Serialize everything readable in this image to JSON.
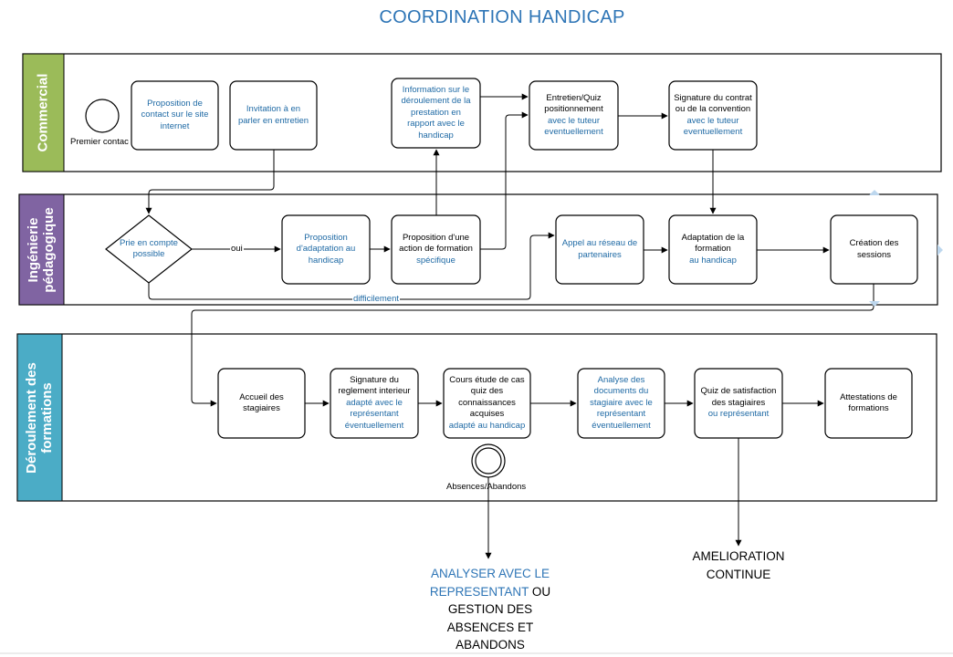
{
  "title": "COORDINATION HANDICAP",
  "colors": {
    "title": "#2e75b6",
    "blue_text": "#1f6aa5",
    "lane_commercial": "#9bbb59",
    "lane_ingenierie": "#8064a2",
    "lane_formations": "#4bacc6",
    "connector_marker": "#bdd7ee"
  },
  "lanes": {
    "commercial": {
      "label": "Commercial"
    },
    "ingenierie": {
      "label": "Ingénierie\npédagogique"
    },
    "formations": {
      "label": "Déroulement des\nformations"
    }
  },
  "events": {
    "start": {
      "label": "Premier contac"
    },
    "abandon": {
      "label": "Absences/Abandons"
    }
  },
  "nodes": {
    "proposition_contact": {
      "text": "Proposition de contact sur le site internet"
    },
    "invitation": {
      "text": "Invitation à en parler en entretien"
    },
    "information": {
      "text": "Information sur le déroulement de la prestation en rapport avec le handicap"
    },
    "entretien": {
      "parts": [
        {
          "t": "Entretien/Quiz positionnement ",
          "c": "black"
        },
        {
          "t": "avec le tuteur eventuellement",
          "c": "blue"
        }
      ]
    },
    "signature_contrat": {
      "parts": [
        {
          "t": "Signature du contrat ou de la convention ",
          "c": "black"
        },
        {
          "t": "avec le tuteur eventuellement",
          "c": "blue"
        }
      ]
    },
    "prise_en_compte": {
      "text": "Prie en compte possible"
    },
    "proposition_adaptation": {
      "text": "Proposition d'adaptation au handicap"
    },
    "proposition_action": {
      "parts": [
        {
          "t": "Proposition d'une action de formation ",
          "c": "black"
        },
        {
          "t": "spécifique",
          "c": "blue"
        }
      ]
    },
    "appel_reseau": {
      "text": "Appel au réseau de partenaires"
    },
    "adaptation_formation": {
      "parts": [
        {
          "t": "Adaptation de la formation ",
          "c": "black"
        },
        {
          "t": "au handicap",
          "c": "blue"
        }
      ]
    },
    "creation_sessions": {
      "text": "Création des sessions"
    },
    "accueil": {
      "text": "Accueil des stagiaires"
    },
    "signature_reglement": {
      "parts": [
        {
          "t": "Signature du reglement interieur ",
          "c": "black"
        },
        {
          "t": "adapté avec le représentant éventuellement",
          "c": "blue"
        }
      ]
    },
    "cours": {
      "parts": [
        {
          "t": "Cours étude de cas quiz des connaissances acquises ",
          "c": "black"
        },
        {
          "t": "adapté au handicap",
          "c": "blue"
        }
      ]
    },
    "analyse": {
      "text": "Analyse  des documents du stagiaire avec le représentant éventuellement"
    },
    "quiz_satisfaction": {
      "parts": [
        {
          "t": "Quiz de satisfaction des stagiaires ",
          "c": "black"
        },
        {
          "t": "ou représentant",
          "c": "blue"
        }
      ]
    },
    "attestations": {
      "text": "Attestations de formations"
    }
  },
  "edge_labels": {
    "oui": "oui",
    "difficilement": "difficilement"
  },
  "outcomes": {
    "amelioration": {
      "line1": "AMELIORATION",
      "line2": "CONTINUE"
    },
    "analyser": {
      "blue1": "ANALYSER AVEC LE",
      "blue2": "REPRESENTANT",
      "black2": " OU",
      "line3": "GESTION DES",
      "line4": "ABSENCES ET",
      "line5": "ABANDONS"
    }
  }
}
